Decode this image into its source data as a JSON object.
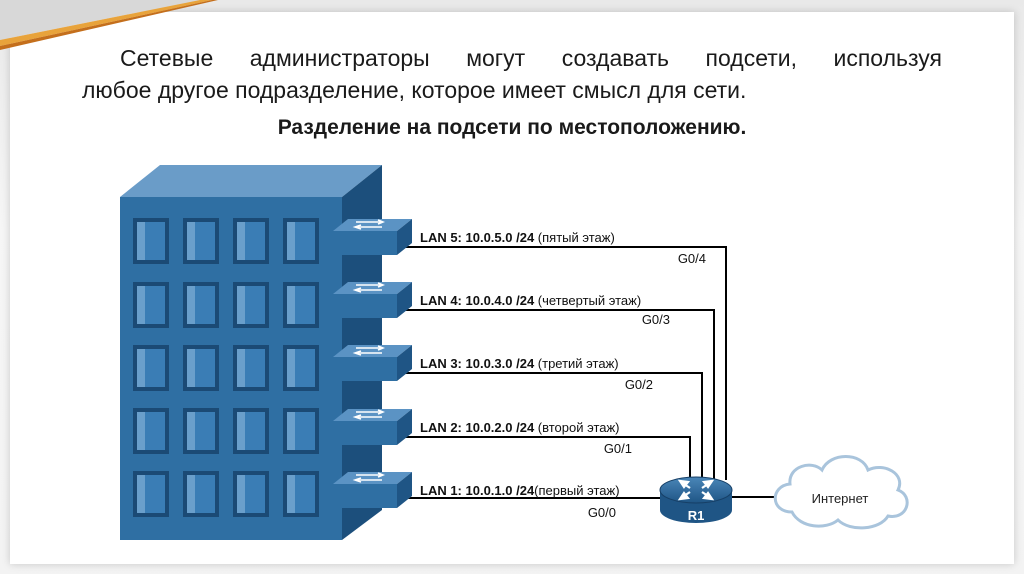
{
  "slide": {
    "paragraph_line1": "Сетевые администраторы могут создавать подсети, используя",
    "paragraph_line2": "любое другое подразделение, которое имеет смысл для сети.",
    "subtitle": "Разделение на подсети по местоположению."
  },
  "diagram": {
    "lans": [
      {
        "bold": "LAN 5: 10.0.5.0 /24",
        "note": " (пятый этаж)",
        "port": "G0/4"
      },
      {
        "bold": "LAN 4: 10.0.4.0 /24",
        "note": " (четвертый этаж)",
        "port": "G0/3"
      },
      {
        "bold": "LAN 3: 10.0.3.0 /24",
        "note": " (третий этаж)",
        "port": "G0/2"
      },
      {
        "bold": "LAN 2: 10.0.2.0 /24",
        "note": " (второй этаж)",
        "port": "G0/1"
      },
      {
        "bold": "LAN 1: 10.0.1.0 /24",
        "note": "(первый этаж)",
        "port": "G0/0"
      }
    ],
    "router_label": "R1",
    "cloud_label": "Интернет",
    "colors": {
      "building_front": "#2f6fa3",
      "building_side": "#1c4f7c",
      "building_top": "#6a9cc8",
      "accent_stripe": "#e8a33b"
    }
  }
}
